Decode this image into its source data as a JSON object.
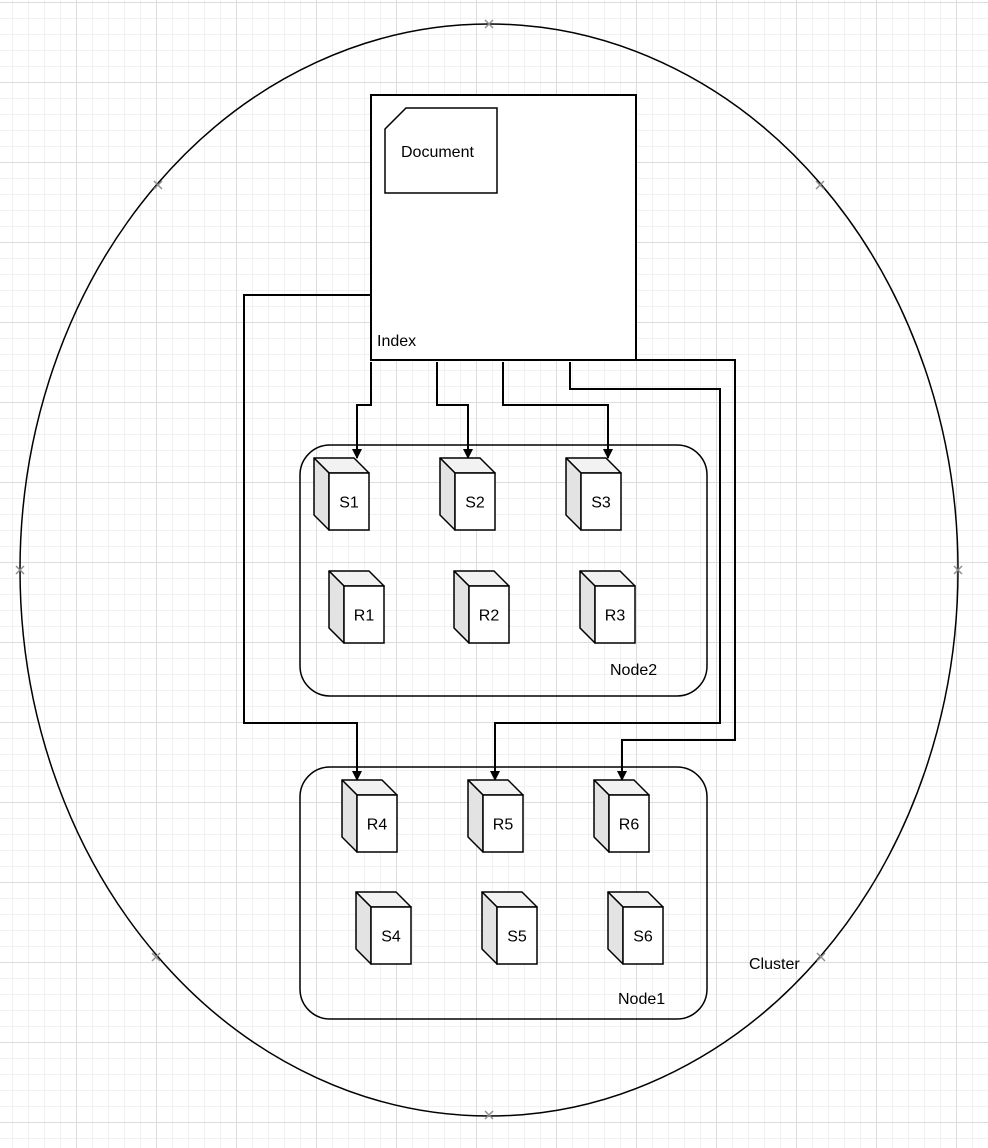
{
  "cluster": {
    "label": "Cluster"
  },
  "index": {
    "label": "Index"
  },
  "document": {
    "label": "Document"
  },
  "node2": {
    "label": "Node2",
    "shards": [
      {
        "label": "S1"
      },
      {
        "label": "S2"
      },
      {
        "label": "S3"
      },
      {
        "label": "R1"
      },
      {
        "label": "R2"
      },
      {
        "label": "R3"
      }
    ]
  },
  "node1": {
    "label": "Node1",
    "shards": [
      {
        "label": "R4"
      },
      {
        "label": "R5"
      },
      {
        "label": "R6"
      },
      {
        "label": "S4"
      },
      {
        "label": "S5"
      },
      {
        "label": "S6"
      }
    ]
  },
  "colors": {
    "stroke": "#000000",
    "cube_front": "#ffffff",
    "cube_side": "#e3e3e3",
    "cube_top": "#f2f2f2",
    "handle": "#8f8f8f"
  }
}
